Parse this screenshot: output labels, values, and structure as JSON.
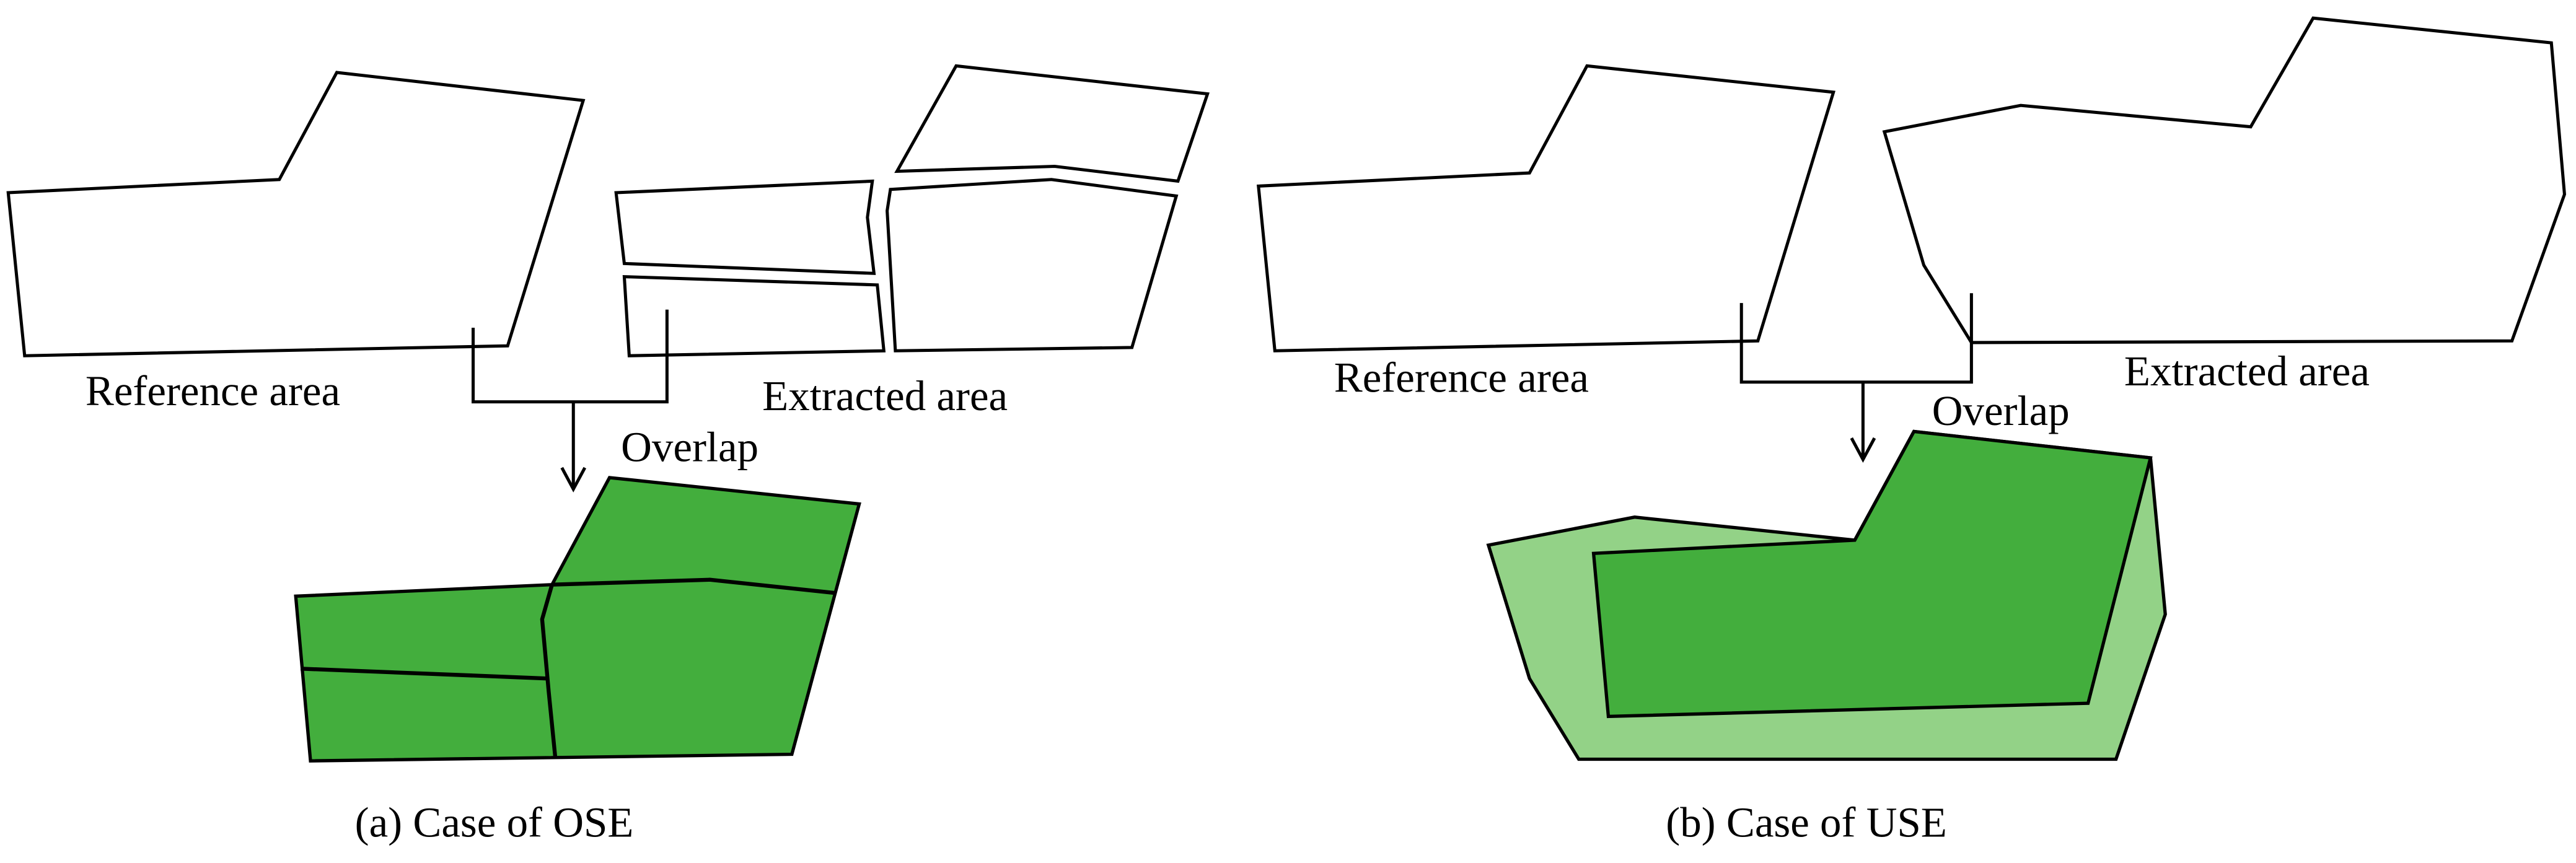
{
  "panels": {
    "a": {
      "reference_label": "Reference area",
      "extracted_label": "Extracted area",
      "overlap_label": "Overlap",
      "caption": "(a) Case of OSE"
    },
    "b": {
      "reference_label": "Reference area",
      "extracted_label": "Extracted area",
      "overlap_label": "Overlap",
      "caption": "(b) Case of USE"
    }
  },
  "colors": {
    "overlap_green": "#43AE3D",
    "extracted_light_green": "#93D287",
    "stroke": "#000000",
    "background": "#FFFFFF"
  }
}
